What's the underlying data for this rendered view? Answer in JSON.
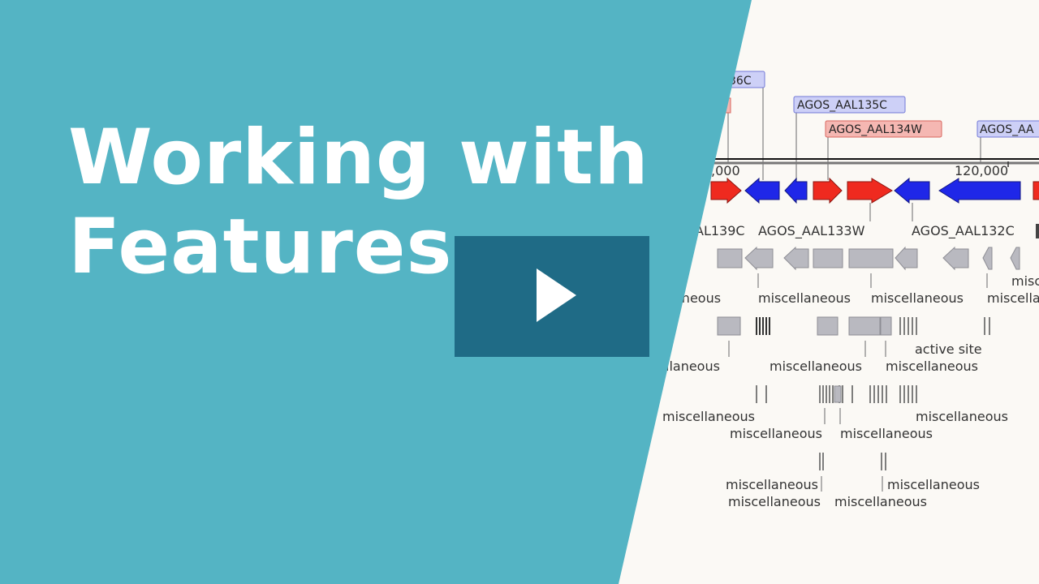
{
  "title": {
    "line1": "Working with",
    "line2": "Features"
  },
  "play_button": {
    "icon": "play-icon"
  },
  "colors": {
    "panel": "#54b4c4",
    "play_bg": "#1f6b86",
    "forward_gene": "#ef2a1f",
    "reverse_gene": "#1f27e8",
    "feature": "#b9b9c0",
    "background": "#fbf9f5"
  },
  "genome": {
    "gene_tags": [
      {
        "id": "tag-aal136c",
        "text": "36C",
        "strand": "reverse"
      },
      {
        "id": "tag-aal135c",
        "text": "AGOS_AAL135C",
        "strand": "reverse"
      },
      {
        "id": "tag-aal134w",
        "text": "AGOS_AAL134W",
        "strand": "forward"
      },
      {
        "id": "tag-aal-partial",
        "text": "AGOS_AA",
        "strand": "reverse"
      }
    ],
    "ruler_ticks": [
      ",000",
      "120,000"
    ],
    "gene_labels": [
      "AL139C",
      "AGOS_AAL133W",
      "AGOS_AAL132C"
    ],
    "feature_labels": [
      "aneous",
      "miscellaneous",
      "miscellaneous",
      "misc",
      "miscella",
      "llaneous",
      "miscellaneous",
      "active site",
      "miscellaneous",
      "miscellaneous",
      "miscellaneous",
      "miscellaneous",
      "miscellaneous",
      "miscellaneous",
      "miscellaneous",
      "miscellaneous",
      "miscellaneous"
    ]
  }
}
